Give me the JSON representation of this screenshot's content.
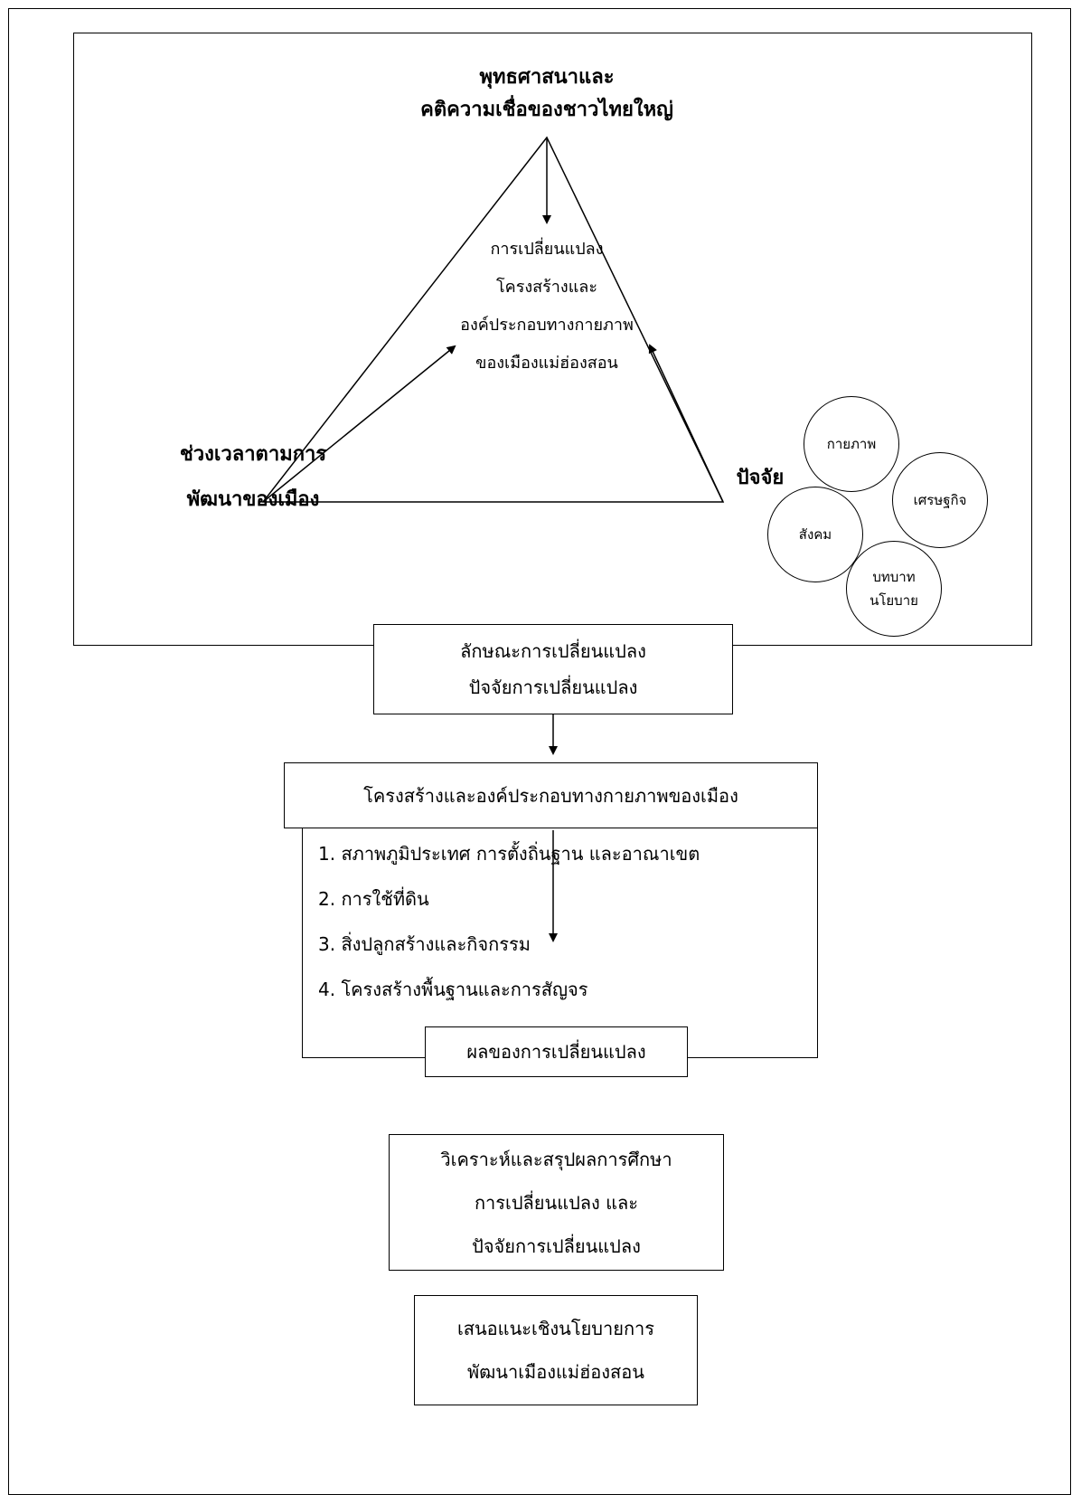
{
  "top_factor": {
    "line1": "พุทธศาสนาและ",
    "line2": "คติความเชื่อของชาวไทยใหญ่"
  },
  "center": {
    "line1": "การเปลี่ยนแปลง",
    "line2": "โครงสร้างและ",
    "line3": "องค์ประกอบทางกายภาพ",
    "line4": "ของเมืองแม่ฮ่องสอน"
  },
  "left_factor": {
    "line1": "ช่วงเวลาตามการ",
    "line2": "พัฒนาของเมือง"
  },
  "right_factor": "ปัจจัย",
  "circles": {
    "physical": "กายภาพ",
    "economy": "เศรษฐกิจ",
    "society": "สังคม",
    "role_line1": "บทบาท",
    "role_line2": "นโยบาย"
  },
  "box1": {
    "line1": "ลักษณะการเปลี่ยนแปลง",
    "line2": "ปัจจัยการเปลี่ยนแปลง"
  },
  "box2_title": "โครงสร้างและองค์ประกอบทางกายภาพของเมือง",
  "box2_items": [
    "1. สภาพภูมิประเทศ การตั้งถิ่นฐาน และอาณาเขต",
    "2. การใช้ที่ดิน",
    "3. สิ่งปลูกสร้างและกิจกรรม",
    "4. โครงสร้างพื้นฐานและการสัญจร"
  ],
  "box3": "ผลของการเปลี่ยนแปลง",
  "box4": {
    "line1": "วิเคราะห์และสรุปผลการศึกษา",
    "line2": "การเปลี่ยนแปลง และ",
    "line3": "ปัจจัยการเปลี่ยนแปลง"
  },
  "box5": {
    "line1": "เสนอแนะเชิงนโยบายการ",
    "line2": "พัฒนาเมืองแม่ฮ่องสอน"
  }
}
